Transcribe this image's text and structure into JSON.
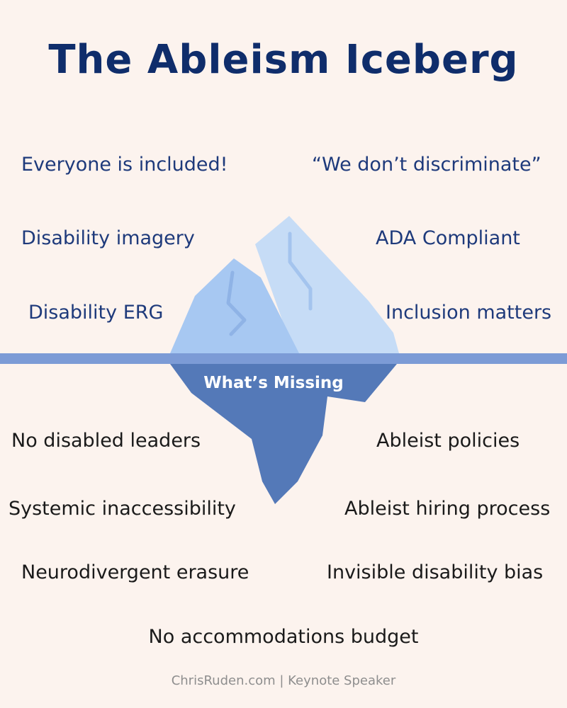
{
  "title": "The Ableism Iceberg",
  "above_water": [
    "Everyone is included!",
    "“We don’t discriminate”",
    "Disability imagery",
    "ADA Compliant",
    "Disability ERG",
    "Inclusion matters"
  ],
  "below_header": "What’s Missing",
  "below_water": [
    "No disabled leaders",
    "Ableist policies",
    "Systemic inaccessibility",
    "Ableist hiring process",
    "Neurodivergent erasure",
    "Invisible disability bias",
    "No accommodations budget"
  ],
  "footer": "ChrisRuden.com | Keynote Speaker",
  "colors": {
    "background": "#fcf3ee",
    "title": "#0f2d6b",
    "above_text": "#1e3a7b",
    "below_text": "#1a1a1a",
    "waterline": "#7c9bd6",
    "ice_light": "#c9ddf7",
    "ice_mid": "#a6c8f2",
    "ice_submerged": "#5479b8"
  }
}
